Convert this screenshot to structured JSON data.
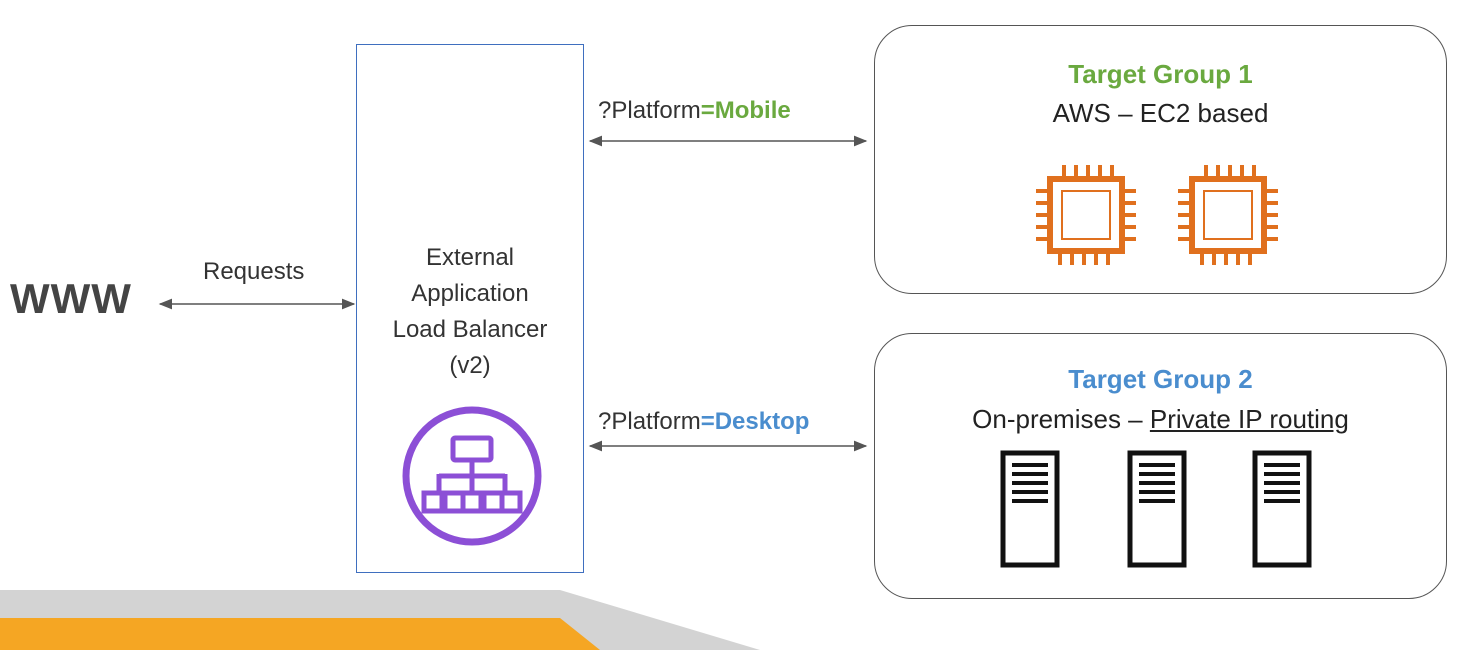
{
  "internet": {
    "label": "WWW"
  },
  "requests": {
    "label": "Requests"
  },
  "alb": {
    "lines": [
      "External",
      "Application",
      "Load Balancer",
      "(v2)"
    ]
  },
  "routes": {
    "mobile": {
      "prefix": "?Platform",
      "value": "=Mobile"
    },
    "desktop": {
      "prefix": "?Platform",
      "value": "=Desktop"
    }
  },
  "target_group_1": {
    "title": "Target Group 1",
    "subtitle": "AWS – EC2 based"
  },
  "target_group_2": {
    "title": "Target Group 2",
    "subtitle_prefix": "On-premises – ",
    "subtitle_link": "Private IP routing"
  },
  "colors": {
    "green": "#6aa93f",
    "blue": "#4a8dce",
    "ec2_orange": "#e0701e",
    "alb_purple": "#8c4fd6",
    "alb_border": "#3f6fbf",
    "bottom_orange": "#f5a623",
    "bottom_gray": "#d3d3d3"
  },
  "icons": {
    "alb": "load-balancer-icon",
    "ec2": "ec2-instance-icon",
    "server": "server-icon"
  }
}
